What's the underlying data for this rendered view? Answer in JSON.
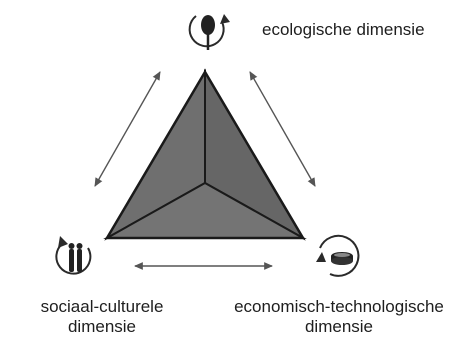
{
  "dimensions": {
    "ecological": {
      "label": "ecologische dimensie",
      "icon": "leaf-cycle-icon"
    },
    "socio_cultural": {
      "line1": "sociaal-culturele",
      "line2": "dimensie",
      "icon": "people-cycle-icon"
    },
    "economic_technological": {
      "line1": "economisch-technologische",
      "line2": "dimensie",
      "icon": "coins-cycle-icon"
    }
  },
  "colors": {
    "pyramid_face": "#6b6b6b",
    "pyramid_edge": "#1a1a1a",
    "arrow": "#555555",
    "icon": "#2a2a2a"
  }
}
